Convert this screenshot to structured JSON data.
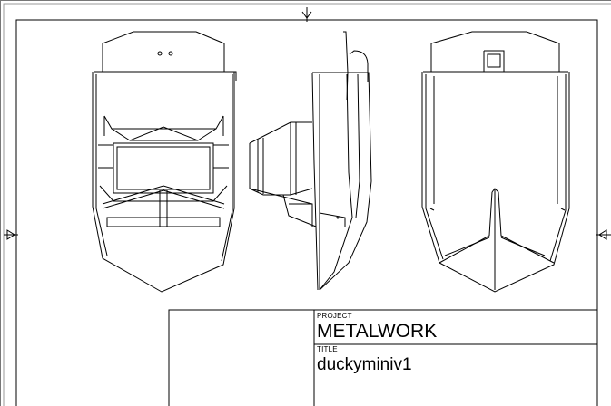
{
  "title_block": {
    "project_label": "PROJECT",
    "project_value": "METALWORK",
    "title_label": "TITLE",
    "title_value": "duckyminiv1"
  },
  "colors": {
    "line": "#000000",
    "background": "#ffffff",
    "frame": "#555555"
  },
  "icons": [
    "center-mark-top-icon",
    "center-mark-left-icon",
    "center-mark-right-icon"
  ]
}
